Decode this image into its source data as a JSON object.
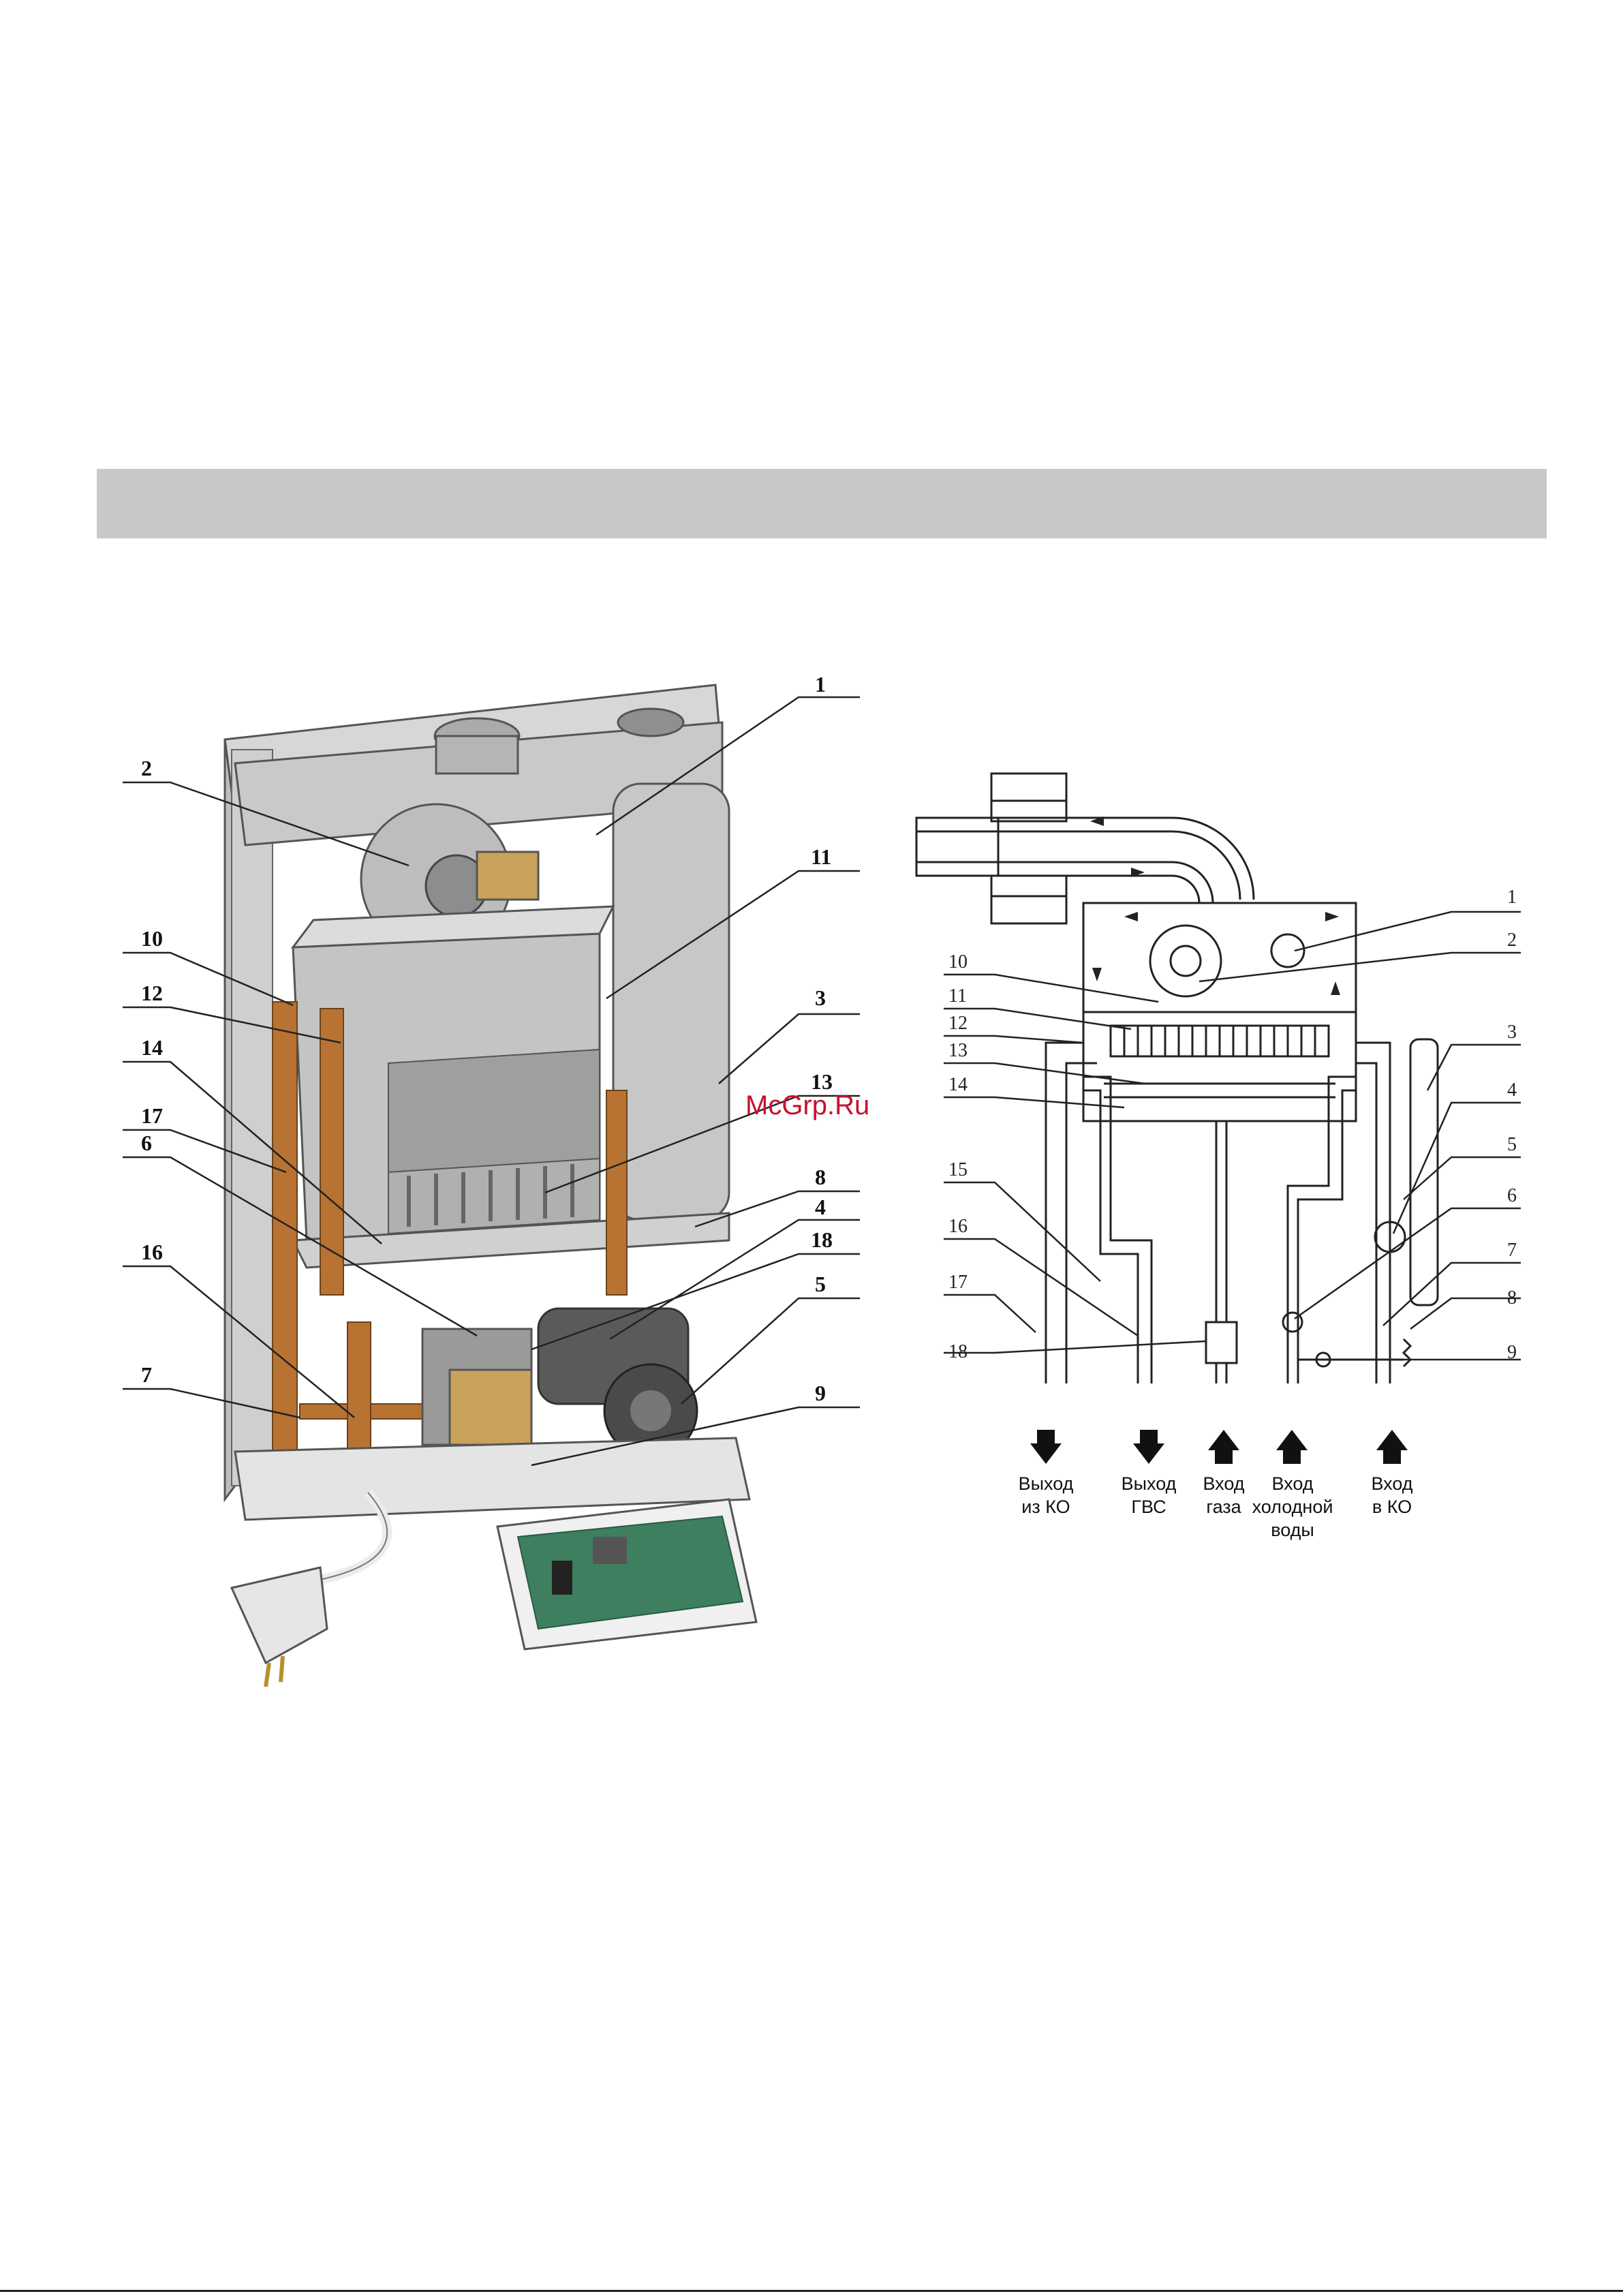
{
  "watermark": "McGrp.Ru",
  "colors": {
    "header_bar": "#c8c8c8",
    "copper": "#b87333",
    "watermark": "#c8102e",
    "board": "#3d7f5f"
  },
  "left_callouts": [
    "1",
    "2",
    "3",
    "4",
    "5",
    "6",
    "7",
    "8",
    "9",
    "10",
    "11",
    "12",
    "13",
    "14",
    "16",
    "17",
    "18"
  ],
  "right_callouts": [
    "1",
    "2",
    "3",
    "4",
    "5",
    "6",
    "7",
    "8",
    "9",
    "10",
    "11",
    "12",
    "13",
    "14",
    "15",
    "16",
    "17",
    "18"
  ],
  "flow_legend": [
    {
      "line1": "Выход",
      "line2": "из КО",
      "line3": "",
      "direction": "down"
    },
    {
      "line1": "Выход",
      "line2": "ГВС",
      "line3": "",
      "direction": "down"
    },
    {
      "line1": "Вход",
      "line2": "газа",
      "line3": "",
      "direction": "up"
    },
    {
      "line1": "Вход",
      "line2": "холодной",
      "line3": "воды",
      "direction": "up"
    },
    {
      "line1": "Вход",
      "line2": "в КО",
      "line3": "",
      "direction": "up"
    }
  ]
}
